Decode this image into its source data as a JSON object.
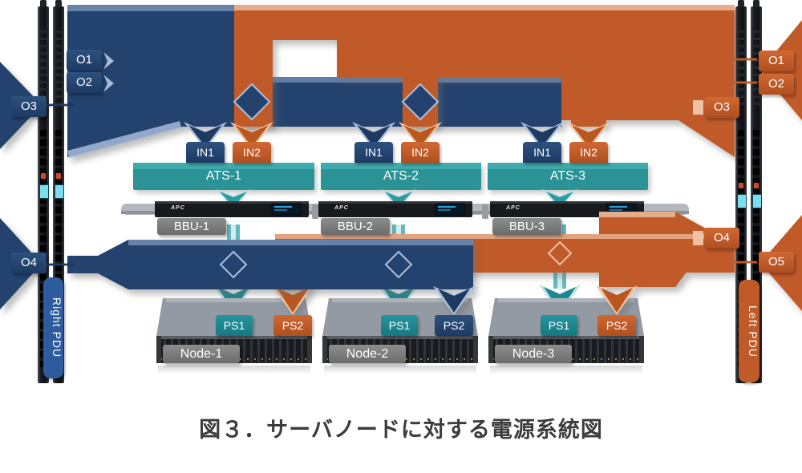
{
  "caption": "図３．サーバノードに対する電源系統図",
  "left_pdu_group": {
    "label": "Right PDU",
    "outlets": [
      "O1",
      "O2",
      "O3",
      "O4"
    ]
  },
  "right_pdu_group": {
    "label": "Left PDU",
    "outlets": [
      "O1",
      "O2",
      "O3",
      "O4",
      "O5"
    ]
  },
  "ats": {
    "units": [
      "ATS-1",
      "ATS-2",
      "ATS-3"
    ],
    "in1": "IN1",
    "in2": "IN2"
  },
  "bbu": {
    "brand": "APC",
    "units": [
      "BBU-1",
      "BBU-2",
      "BBU-3"
    ]
  },
  "nodes": {
    "units": [
      "Node-1",
      "Node-2",
      "Node-3"
    ],
    "ps1": "PS1",
    "ps2": "PS2"
  },
  "colors": {
    "navy": "#24426e",
    "navy_light": "#aec0de",
    "orange": "#c05a28",
    "orange_light": "#efc2a4",
    "teal": "#2b9396",
    "teal_light": "#bce2e4",
    "gray_label": "#7d7d7d",
    "caption_text": "#3c3c3c",
    "right_pdu_label_bg": "#2e5b9e",
    "left_pdu_label_bg": "#c05a28"
  }
}
